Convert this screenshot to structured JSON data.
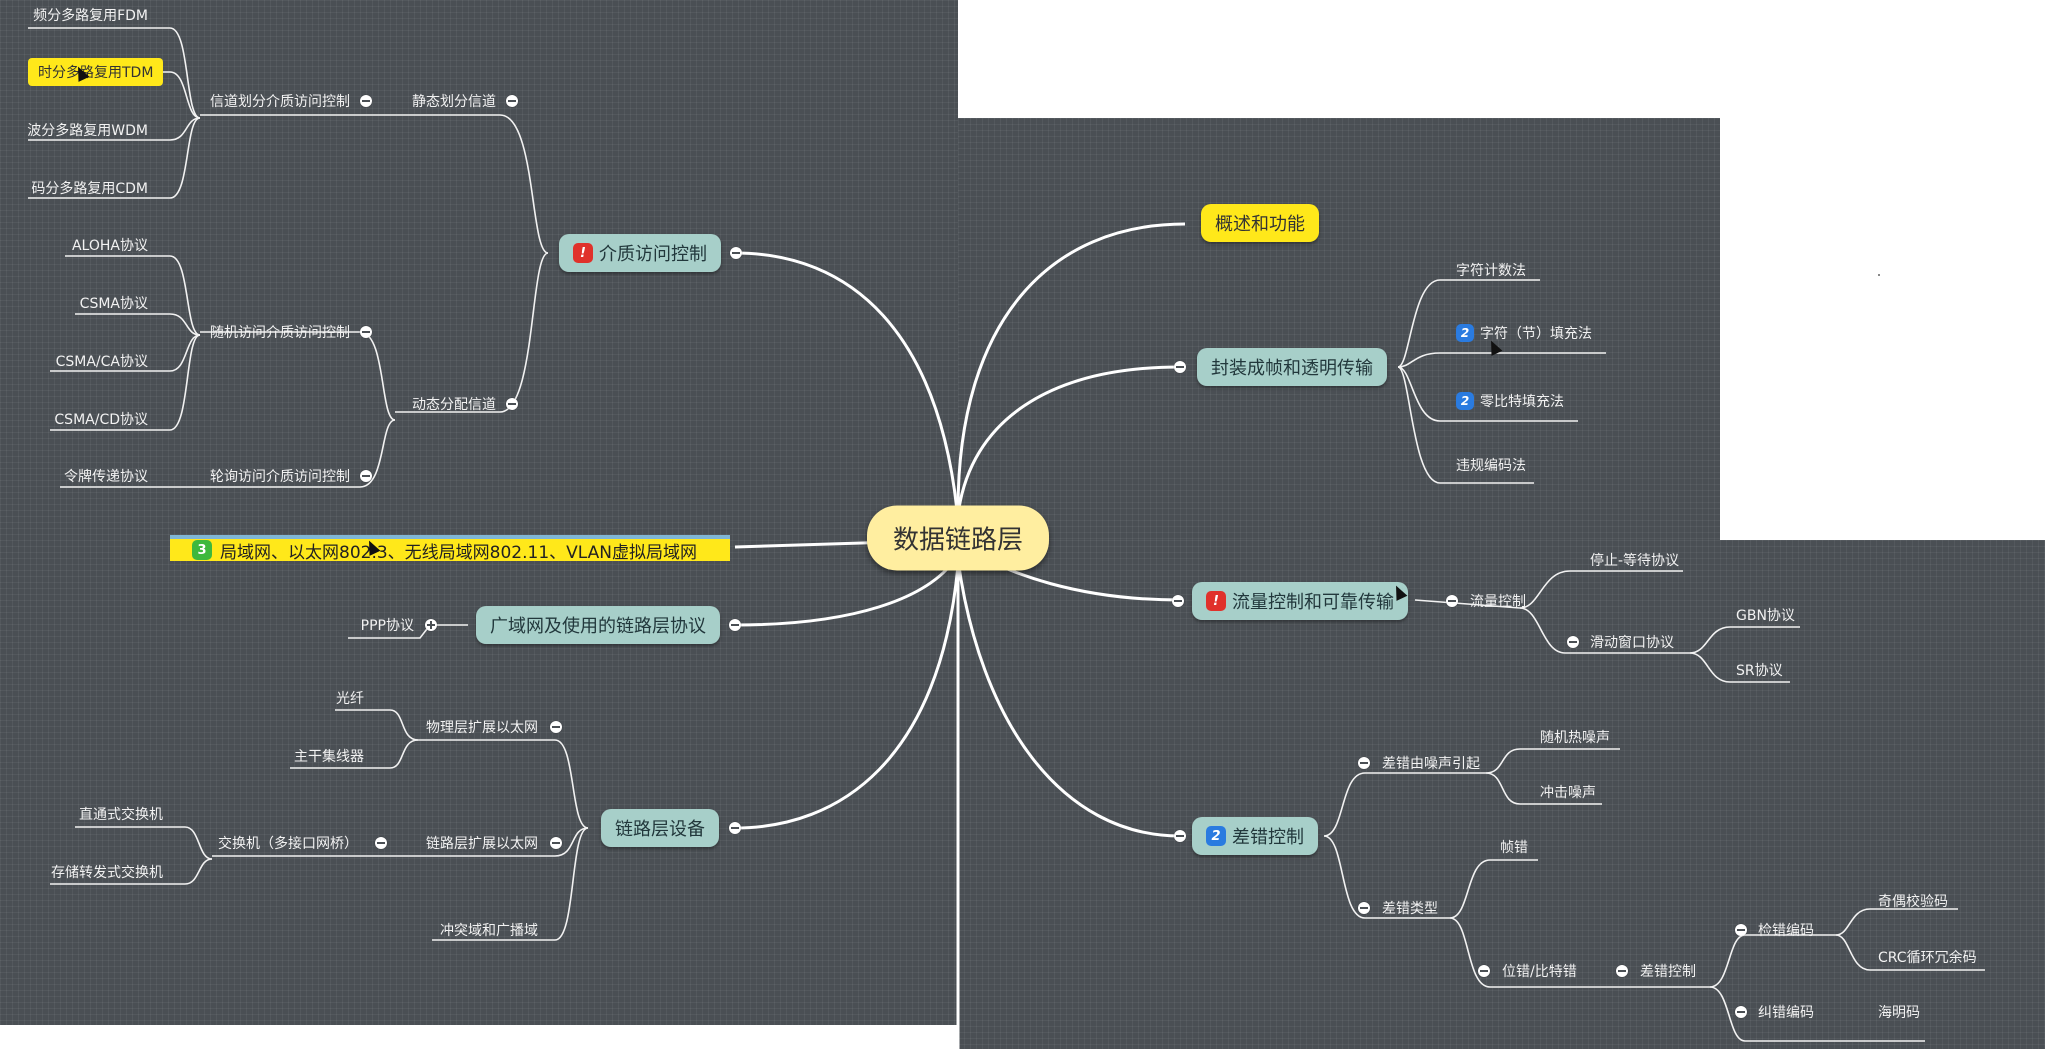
{
  "central": "数据链路层",
  "branches": {
    "overview": "概述和功能",
    "framing": "封装成帧和透明传输",
    "flow": "流量控制和可靠传输",
    "error": "差错控制",
    "mac": "介质访问控制",
    "lan": "局域网、以太网802.3、无线局域网802.11、VLAN虚拟局域网",
    "wan": "广域网及使用的链路层协议",
    "devices": "链路层设备"
  },
  "badges": {
    "mac": "!",
    "flow": "!",
    "error": "2",
    "lan": "3",
    "byte_stuff": "2",
    "zero_stuff": "2"
  },
  "framing": {
    "char_count": "字符计数法",
    "byte_stuff": "字符（节）填充法",
    "zero_stuff": "零比特填充法",
    "violation": "违规编码法"
  },
  "flow": {
    "flow_ctrl": "流量控制",
    "stop_wait": "停止-等待协议",
    "sliding": "滑动窗口协议",
    "gbn": "GBN协议",
    "sr": "SR协议"
  },
  "error": {
    "noise_cause": "差错由噪声引起",
    "random_noise": "随机热噪声",
    "impulse_noise": "冲击噪声",
    "types": "差错类型",
    "frame_err": "帧错",
    "bit_err": "位错/比特错",
    "err_ctrl": "差错控制",
    "detect": "检错编码",
    "parity": "奇偶校验码",
    "crc": "CRC循环冗余码",
    "correct": "纠错编码",
    "hamming": "海明码"
  },
  "mac": {
    "static": "静态划分信道",
    "channel_div": "信道划分介质访问控制",
    "fdm": "频分多路复用FDM",
    "tdm": "时分多路复用TDM",
    "wdm": "波分多路复用WDM",
    "cdm": "码分多路复用CDM",
    "dynamic": "动态分配信道",
    "random": "随机访问介质访问控制",
    "aloha": "ALOHA协议",
    "csma": "CSMA协议",
    "csma_ca": "CSMA/CA协议",
    "csma_cd": "CSMA/CD协议",
    "polling": "轮询访问介质访问控制",
    "token": "令牌传递协议"
  },
  "wan": {
    "ppp": "PPP协议"
  },
  "devices": {
    "phys": "物理层扩展以太网",
    "fiber": "光纤",
    "hub": "主干集线器",
    "link": "链路层扩展以太网",
    "switch": "交换机（多接口网桥）",
    "cut_through": "直通式交换机",
    "store_forward": "存储转发式交换机",
    "domains": "冲突域和广播域"
  },
  "colors": {
    "canvas": "#4a4f54",
    "branch_fill": "#a7cfc9",
    "highlight": "#ffe81a",
    "central_fill": "#ffeea0",
    "badge_red": "#e0312b",
    "badge_blue": "#2a7be0",
    "badge_green": "#3db83d"
  }
}
